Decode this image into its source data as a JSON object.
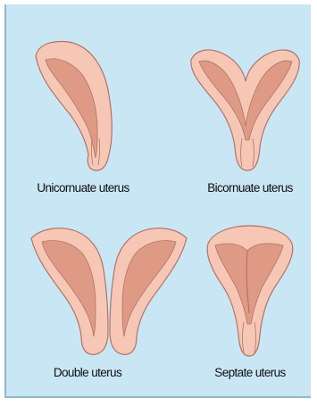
{
  "colors": {
    "background": "#c9e6f5",
    "frame": "#8fb8cf",
    "outer_tissue": "#f6c7b4",
    "inner_cavity": "#df9a86",
    "outline": "#b2736a"
  },
  "figure": {
    "panels": [
      {
        "key": "unicornuate",
        "label": "Unicornuate uterus"
      },
      {
        "key": "bicornuate",
        "label": "Bicornuate uterus"
      },
      {
        "key": "double",
        "label": "Double uterus"
      },
      {
        "key": "septate",
        "label": "Septate uterus"
      }
    ]
  }
}
